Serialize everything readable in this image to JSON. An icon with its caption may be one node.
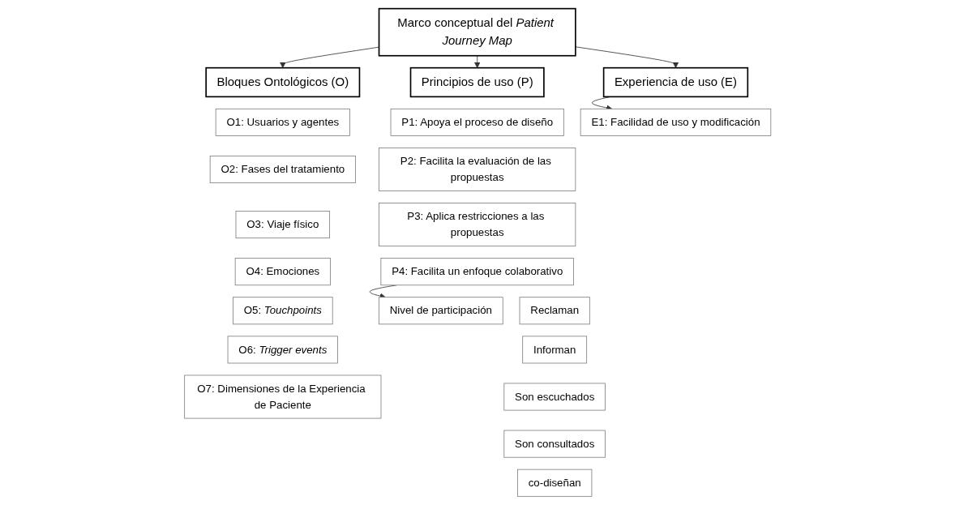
{
  "diagram": {
    "nodes": [
      {
        "text": [
          "Marco conceptual del *Patient Journey Map*"
        ]
      },
      {
        "text": [
          "Bloques Ontológicos (O)"
        ]
      },
      {
        "text": [
          "Principios de uso (P)"
        ]
      },
      {
        "text": [
          "Experiencia de uso (E)"
        ]
      },
      {
        "text": [
          "O1: Usuarios y agentes"
        ]
      },
      {
        "text": [
          "O2: Fases del tratamiento"
        ]
      },
      {
        "text": [
          "O3: Viaje físico"
        ]
      },
      {
        "text": [
          "O4: Emociones"
        ]
      },
      {
        "text": [
          "O5: *Touchpoints*"
        ]
      },
      {
        "text": [
          "O6: *Trigger events*"
        ]
      },
      {
        "text": [
          "O7: Dimensiones de la Experiencia de Paciente"
        ]
      },
      {
        "text": [
          "P1: Apoya el proceso de diseño"
        ]
      },
      {
        "text": [
          "P2: Facilita la evaluación de las propuestas"
        ]
      },
      {
        "text": [
          "P3: Aplica restricciones a las propuestas"
        ]
      },
      {
        "text": [
          "P4: Facilita un enfoque colaborativo"
        ]
      },
      {
        "text": [
          "Nivel de participación"
        ]
      },
      {
        "text": [
          "Reclaman"
        ]
      },
      {
        "text": [
          "Informan"
        ]
      },
      {
        "text": [
          "Son escuchados"
        ]
      },
      {
        "text": [
          "Son consultados"
        ]
      },
      {
        "text": [
          "co-diseñan"
        ]
      },
      {
        "text": [
          "E1: Facilidad de uso y modificación"
        ]
      }
    ],
    "edges": [
      {
        "from": 0,
        "to": 1,
        "arrow": "to"
      },
      {
        "from": 0,
        "to": 2,
        "arrow": "to"
      },
      {
        "from": 0,
        "to": 3,
        "arrow": "to"
      },
      {
        "from": 14,
        "to": 15,
        "arrow": "to"
      },
      {
        "from": 3,
        "to": 21,
        "arrow": "to"
      }
    ]
  }
}
